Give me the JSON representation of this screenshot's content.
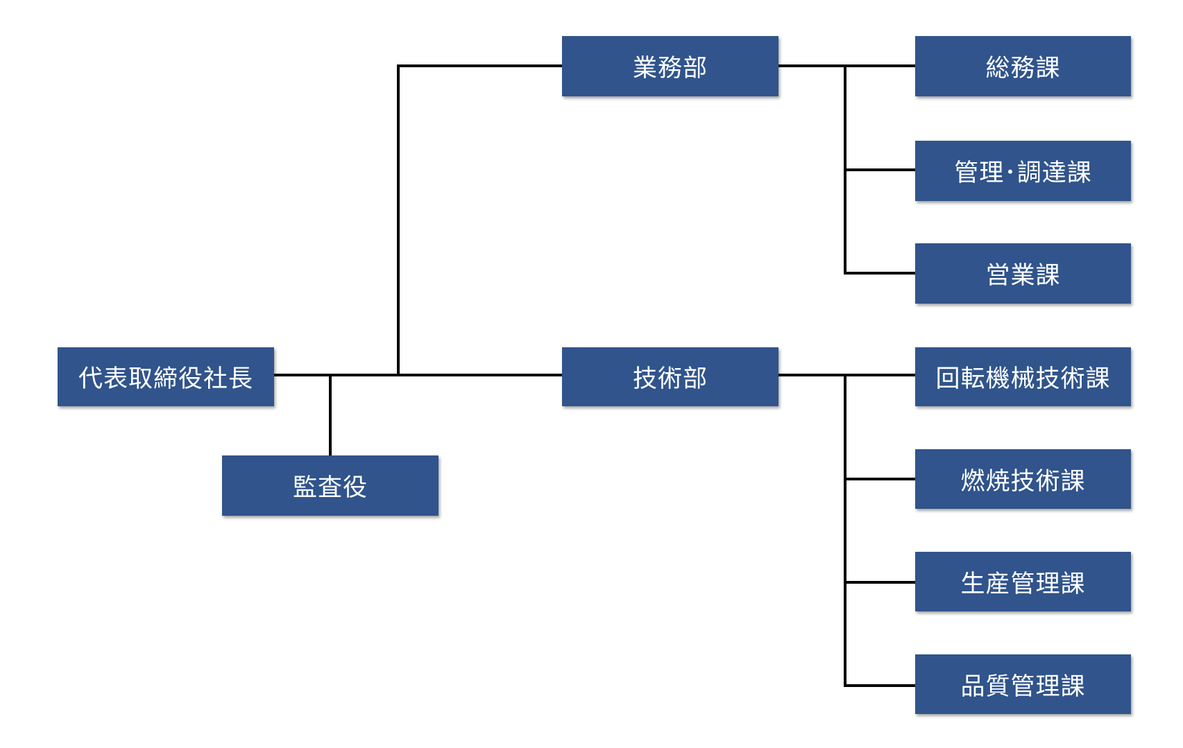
{
  "colors": {
    "box_fill": "#30548b",
    "box_text": "#ffffff",
    "connector": "#000000"
  },
  "nodes": {
    "president": "代表取締役社長",
    "auditor": "監査役",
    "gyomu_dept": "業務部",
    "gijutsu_dept": "技術部",
    "somu": "総務課",
    "kanri_chotatsu": "管理･調達課",
    "eigyo": "営業課",
    "kaiten_kikai": "回転機械技術課",
    "nensho": "燃焼技術課",
    "seisan_kanri": "生産管理課",
    "hinshitsu_kanri": "品質管理課"
  }
}
